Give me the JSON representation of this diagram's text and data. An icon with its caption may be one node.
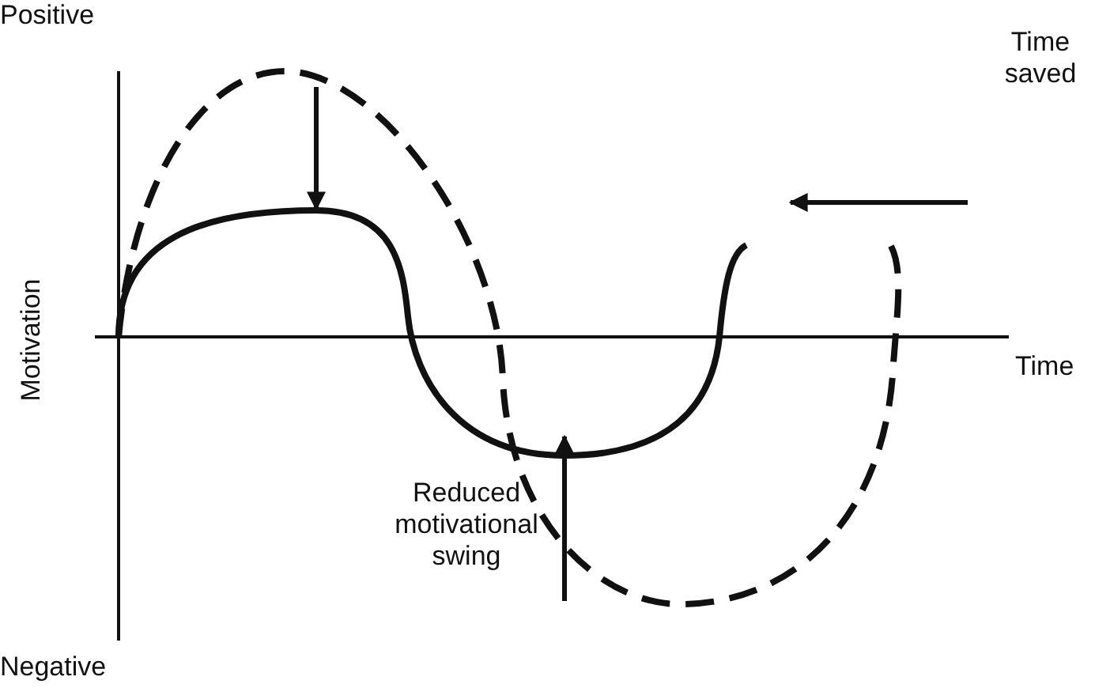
{
  "diagram": {
    "labels": [
      "Positive",
      "Time saved",
      "Motivation",
      "Time",
      "Reduced motivational swing",
      "Negative"
    ]
  }
}
